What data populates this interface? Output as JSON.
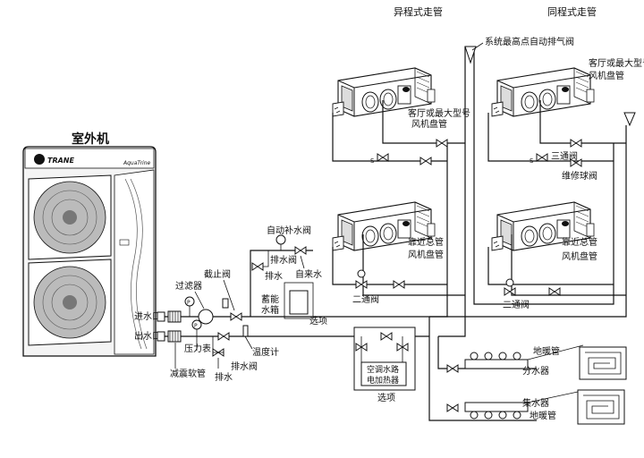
{
  "headers": {
    "reverse_return": "异程式走管",
    "direct_return": "同程式走管"
  },
  "outdoor_unit": {
    "title": "室外机",
    "brand": "TRANE",
    "model": "AquaTrine"
  },
  "labels": {
    "air_vent": "系统最高点自动排气阀",
    "fcu_large_left_line1": "客厅或最大型号",
    "fcu_large_left_line2": "风机盘管",
    "fcu_large_right_line1": "客厅或最大型号",
    "fcu_large_right_line2": "风机盘管",
    "three_way_valve": "三通阀",
    "service_ball_valve": "维修球阀",
    "fcu_near_left_line1": "靠近总管",
    "fcu_near_left_line2": "风机盘管",
    "fcu_near_right_line1": "靠近总管",
    "fcu_near_right_line2": "风机盘管",
    "two_way_valve_left": "二通阀",
    "two_way_valve_right": "二通阀",
    "auto_fill_valve": "自动补水阀",
    "drain_valve_top": "排水阀",
    "drain_top": "排水",
    "tap_water": "自来水",
    "shutoff_valve": "截止阀",
    "filter": "过滤器",
    "storage_tank_line1": "蓄能",
    "storage_tank_line2": "水箱",
    "optional_tank": "选项",
    "water_in": "进水口",
    "water_out": "出水口",
    "pressure_gauge": "压力表",
    "thermometer": "温度计",
    "drain_valve_bottom": "排水阀",
    "drain_bottom": "排水",
    "anti_vibration_hose": "减震软管",
    "electric_heater_line1": "空调水路",
    "electric_heater_line2": "电加热器",
    "optional_heater": "选项",
    "floor_heating_top": "地暖管",
    "water_distributor": "分水器",
    "water_collector": "集水器",
    "floor_heating_bottom": "地暖管"
  }
}
